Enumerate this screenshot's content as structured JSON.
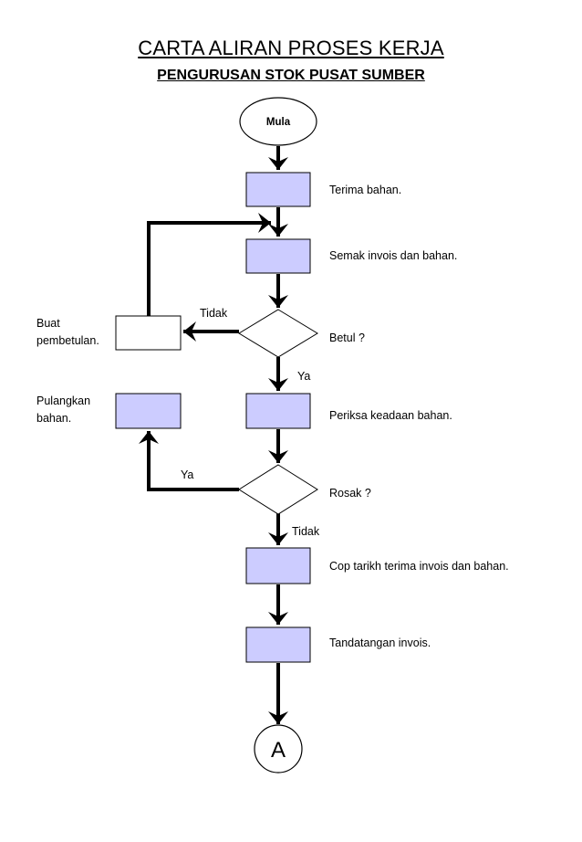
{
  "title": "CARTA ALIRAN PROSES KERJA",
  "subtitle": "PENGURUSAN STOK PUSAT SUMBER",
  "colors": {
    "process_fill": "#ccccff",
    "line": "#000000",
    "white": "#ffffff"
  },
  "nodes": {
    "start": "Mula",
    "terima": "Terima bahan.",
    "semak": "Semak invois dan bahan.",
    "betul": "Betul ?",
    "buat_line1": "Buat",
    "buat_line2": "pembetulan.",
    "periksa": "Periksa keadaan bahan.",
    "pulangkan_line1": "Pulangkan",
    "pulangkan_line2": "bahan.",
    "rosak": "Rosak ?",
    "cop": "Cop tarikh terima invois dan bahan.",
    "tandatangan": "Tandatangan invois.",
    "connector": "A"
  },
  "edge_labels": {
    "betul_no": "Tidak",
    "betul_yes": "Ya",
    "rosak_yes": "Ya",
    "rosak_no": "Tidak"
  }
}
